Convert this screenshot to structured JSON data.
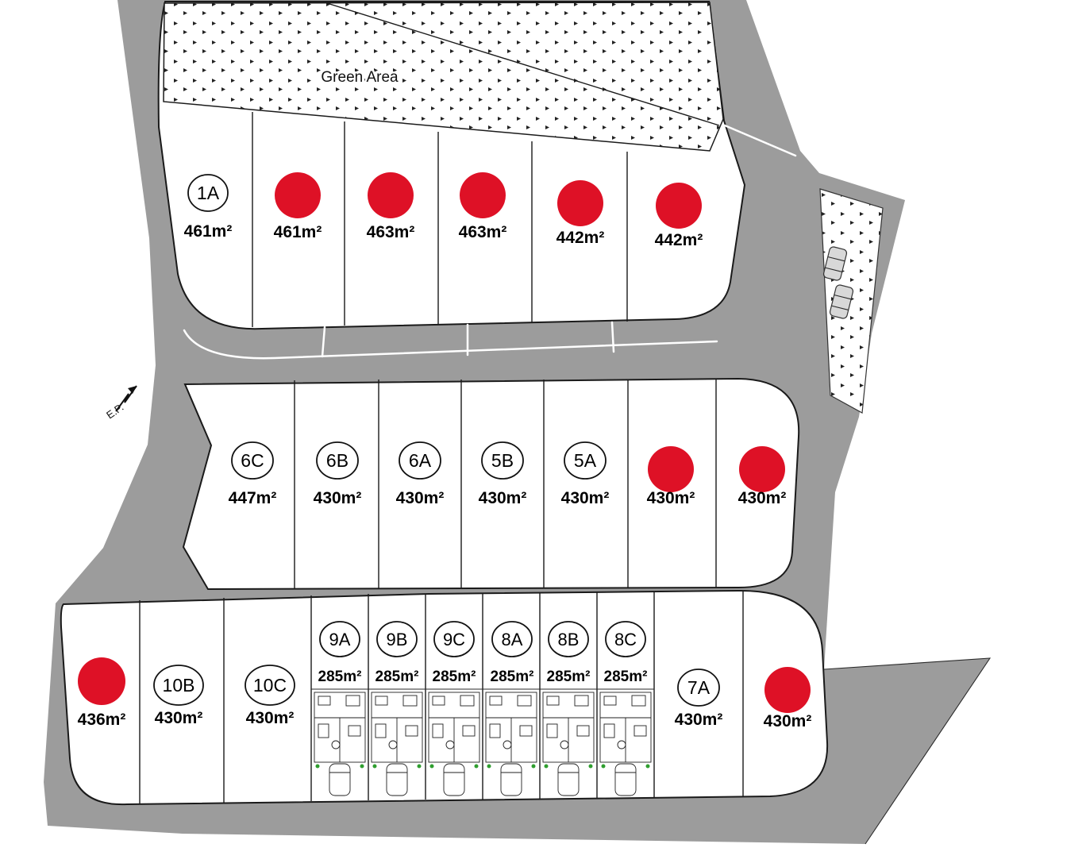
{
  "map": {
    "green_area_label": "Green Area",
    "ep_label": "E.P."
  },
  "colors": {
    "road": "#9c9c9c",
    "sold_marker": "#de1126",
    "outline": "#1a1a1a"
  },
  "lots": {
    "top": [
      {
        "id": "1A",
        "area": "461m²",
        "status": "available"
      },
      {
        "id": "",
        "area": "461m²",
        "status": "sold"
      },
      {
        "id": "",
        "area": "463m²",
        "status": "sold"
      },
      {
        "id": "",
        "area": "463m²",
        "status": "sold"
      },
      {
        "id": "",
        "area": "442m²",
        "status": "sold"
      },
      {
        "id": "",
        "area": "442m²",
        "status": "sold"
      }
    ],
    "middle": [
      {
        "id": "6C",
        "area": "447m²",
        "status": "available"
      },
      {
        "id": "6B",
        "area": "430m²",
        "status": "available"
      },
      {
        "id": "6A",
        "area": "430m²",
        "status": "available"
      },
      {
        "id": "5B",
        "area": "430m²",
        "status": "available"
      },
      {
        "id": "5A",
        "area": "430m²",
        "status": "available"
      },
      {
        "id": "",
        "area": "430m²",
        "status": "sold"
      },
      {
        "id": "",
        "area": "430m²",
        "status": "sold"
      }
    ],
    "bottom": [
      {
        "id": "",
        "area": "436m²",
        "status": "sold"
      },
      {
        "id": "10B",
        "area": "430m²",
        "status": "available"
      },
      {
        "id": "10C",
        "area": "430m²",
        "status": "available"
      },
      {
        "id": "9A",
        "area": "285m²",
        "status": "available"
      },
      {
        "id": "9B",
        "area": "285m²",
        "status": "available"
      },
      {
        "id": "9C",
        "area": "285m²",
        "status": "available"
      },
      {
        "id": "8A",
        "area": "285m²",
        "status": "available"
      },
      {
        "id": "8B",
        "area": "285m²",
        "status": "available"
      },
      {
        "id": "8C",
        "area": "285m²",
        "status": "available"
      },
      {
        "id": "7A",
        "area": "430m²",
        "status": "available"
      },
      {
        "id": "",
        "area": "430m²",
        "status": "sold"
      }
    ]
  }
}
